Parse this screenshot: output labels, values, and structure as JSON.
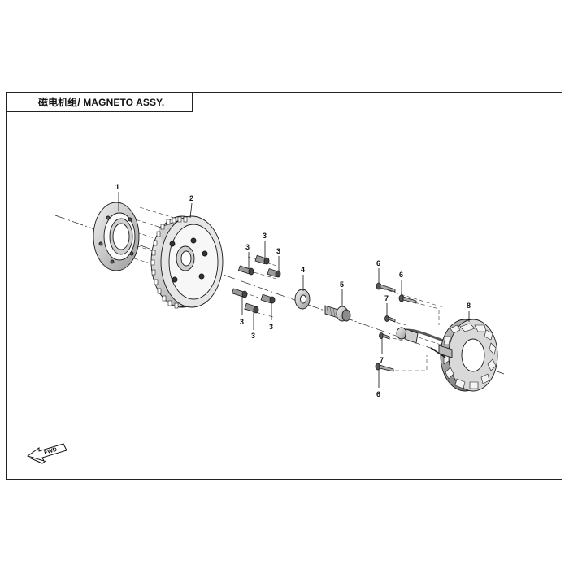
{
  "title": "磁电机组/ MAGNETO ASSY.",
  "fwd_label": "FWD",
  "callouts": {
    "c1": "1",
    "c2": "2",
    "c3a": "3",
    "c3b": "3",
    "c3c": "3",
    "c3d": "3",
    "c3e": "3",
    "c3f": "3",
    "c4": "4",
    "c5": "5",
    "c6a": "6",
    "c6b": "6",
    "c6c": "6",
    "c7a": "7",
    "c7b": "7",
    "c8": "8"
  },
  "colors": {
    "line": "#1a1a1a",
    "fill_light": "#d8d8d8",
    "fill_mid": "#b0b0b0",
    "fill_dark": "#6e6e6e"
  }
}
